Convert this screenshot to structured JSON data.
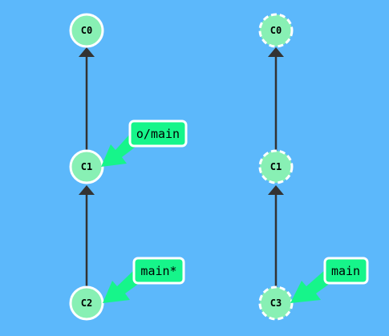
{
  "colors": {
    "background": "#5cb8fb",
    "commit_fill": "#88f0b4",
    "commit_stroke": "#ffffff",
    "edge": "#333333",
    "branch_fill": "#16f58a",
    "branch_stroke": "#ffffff",
    "pointer_arrow": "#16f58a"
  },
  "local_repo": {
    "commits": [
      {
        "id": "C0"
      },
      {
        "id": "C1"
      },
      {
        "id": "C2"
      }
    ],
    "branches": [
      {
        "name": "o/main",
        "points_to": "C1"
      },
      {
        "name": "main*",
        "points_to": "C2"
      }
    ]
  },
  "remote_repo": {
    "commits": [
      {
        "id": "C0",
        "style": "dashed"
      },
      {
        "id": "C1",
        "style": "dashed"
      },
      {
        "id": "C3",
        "style": "dashed"
      }
    ],
    "branches": [
      {
        "name": "main",
        "points_to": "C3"
      }
    ]
  }
}
